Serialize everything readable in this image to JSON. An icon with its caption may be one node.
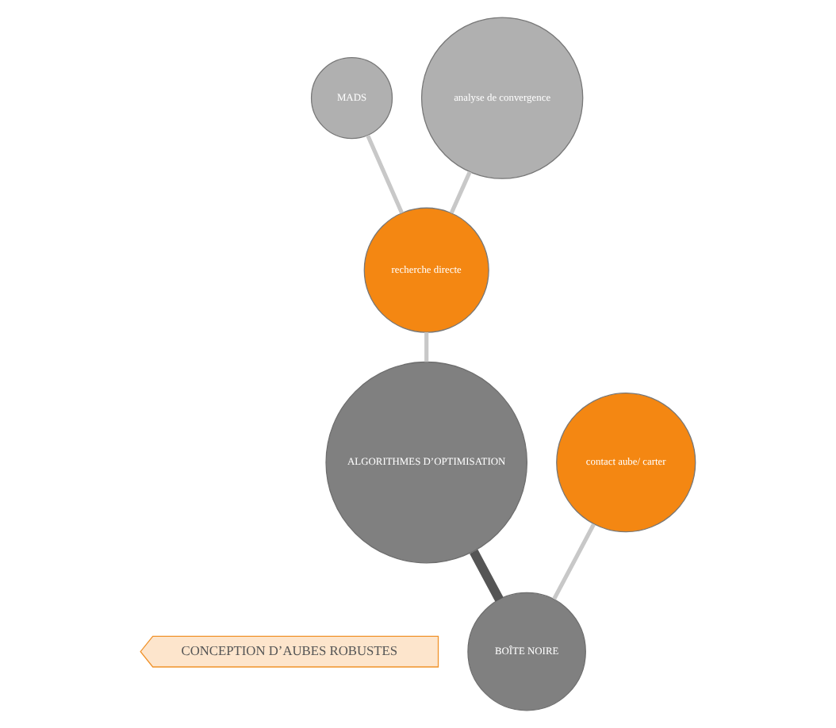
{
  "diagram": {
    "nodes": [
      {
        "text": [
          "CONCEPTION D’AUBES ROBUSTES"
        ]
      },
      {
        "text": [
          "ALGORITHMES D’OPTIMISATION"
        ]
      },
      {
        "text": [
          "recherche directe"
        ]
      },
      {
        "text": [
          "MADS"
        ]
      },
      {
        "text": [
          "analyse de convergence"
        ]
      },
      {
        "text": [
          "BOÎTE NOIRE"
        ]
      },
      {
        "text": [
          "contact aube/ carter"
        ]
      }
    ],
    "edges": [
      {
        "from": 5,
        "to": 1,
        "arrow": "none",
        "style": "thick",
        "color": "#555555"
      },
      {
        "from": 1,
        "to": 2,
        "arrow": "none"
      },
      {
        "from": 2,
        "to": 3,
        "arrow": "none"
      },
      {
        "from": 2,
        "to": 4,
        "arrow": "none"
      },
      {
        "from": 5,
        "to": 6,
        "arrow": "none"
      }
    ]
  }
}
